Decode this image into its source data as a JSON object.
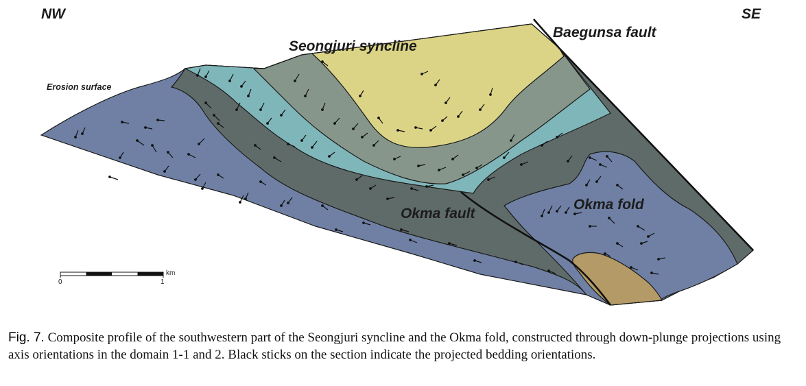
{
  "orientation": {
    "left": "NW",
    "right": "SE"
  },
  "labels": {
    "erosion_surface": "Erosion surface",
    "seongjuri_syncline": "Seongjuri syncline",
    "baegunsa_fault": "Baegunsa fault",
    "okma_fault": "Okma fault",
    "okma_fold": "Okma fold"
  },
  "scale_bar": {
    "unit": "km",
    "tick_start": "0",
    "tick_end": "1"
  },
  "caption": {
    "fig_number": "Fig. 7.",
    "text": "Composite profile of the southwestern part of the Seongjuri syncline and the Okma fold, constructed through down-plunge projections using axis orientations in the domain 1-1 and 2. Black sticks on the section indicate the projected bedding orientations."
  },
  "colors": {
    "unit_blue": "#6f80a4",
    "unit_dark_gray": "#5f6b69",
    "unit_teal": "#7fb6b9",
    "unit_gray_green": "#86968a",
    "unit_yellow": "#dbd486",
    "unit_brown": "#b39a66",
    "line": "#1a1a1a"
  }
}
